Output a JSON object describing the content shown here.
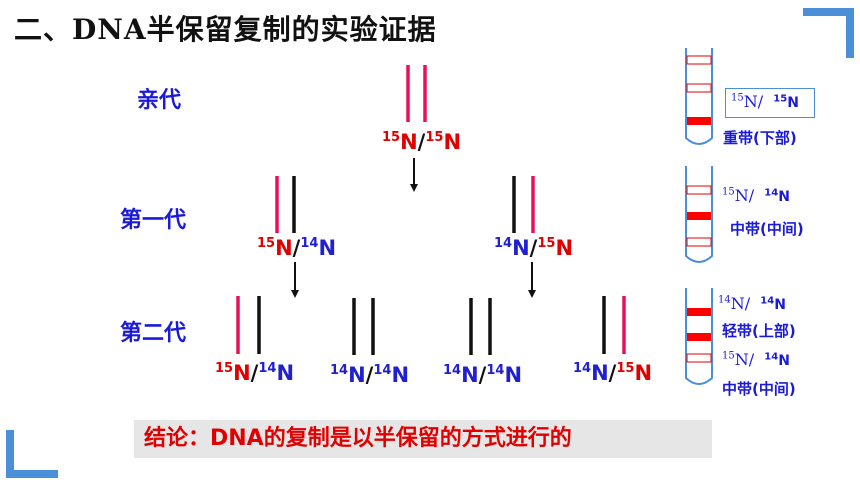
{
  "title": "二、DNA半保留复制的实验证据",
  "generations": {
    "parent": "亲代",
    "first": "第一代",
    "second": "第二代"
  },
  "isotopes": {
    "heavy": "15",
    "light": "14",
    "element": "N",
    "slash": "/"
  },
  "molecules": {
    "parent": {
      "left": "15",
      "right": "15"
    },
    "first": [
      {
        "left": "15",
        "right": "14"
      },
      {
        "left": "14",
        "right": "15"
      }
    ],
    "second": [
      {
        "left": "15",
        "right": "14"
      },
      {
        "left": "14",
        "right": "14"
      },
      {
        "left": "14",
        "right": "14"
      },
      {
        "left": "14",
        "right": "15"
      }
    ]
  },
  "tubes": [
    {
      "bands": [
        {
          "note_left": "15",
          "note_right": "15",
          "label": "重带(下部)"
        }
      ]
    },
    {
      "bands": [
        {
          "note_left": "15",
          "note_right": "14",
          "label": "中带(中间)"
        }
      ]
    },
    {
      "bands": [
        {
          "note_left": "14",
          "note_right": "14",
          "label": "轻带(上部)"
        },
        {
          "note_left": "15",
          "note_right": "14",
          "label": "中带(中间)"
        }
      ]
    }
  ],
  "conclusion": "结论：DNA的复制是以半保留的方式进行的",
  "colors": {
    "heavy_strand": "#e8105a",
    "light_strand": "#111111",
    "heavy_text": "#e00000",
    "light_text": "#2020d0",
    "accent": "#4a8fd8",
    "band": "#ff0000"
  }
}
